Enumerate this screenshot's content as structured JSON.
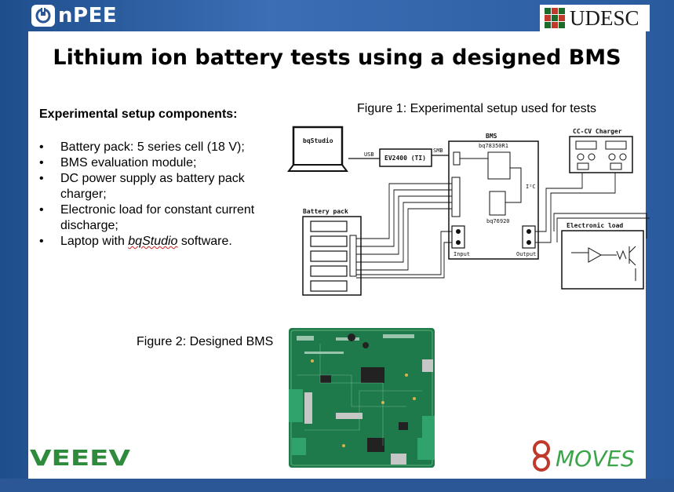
{
  "header": {
    "left_logo_text": "nPEE",
    "right_logo_text": "UDESC"
  },
  "title": "Lithium ion battery tests using a designed BMS",
  "components": {
    "heading": "Experimental setup components:",
    "items": [
      "Battery pack: 5 series cell (18 V);",
      "BMS evaluation module;",
      "DC power supply as battery pack charger;",
      "Electronic load for constant current discharge;"
    ],
    "last_item_prefix": "Laptop with ",
    "last_item_emphasis": "bqStudio",
    "last_item_suffix": " software."
  },
  "figure1": {
    "caption": "Figure 1: Experimental setup used for tests",
    "labels": {
      "laptop": "bqStudio",
      "usb": "USB",
      "ev2400": "EV2400 (TI)",
      "smb": "SMB",
      "bms": "BMS",
      "chip1": "bq78350R1",
      "chip2": "bq76920",
      "i2c": "I²C",
      "input": "Input",
      "output": "Output",
      "battery_pack": "Battery pack",
      "charger": "CC-CV Charger",
      "electronic_load": "Electronic load"
    }
  },
  "figure2": {
    "caption": "Figure 2: Designed BMS"
  },
  "footer": {
    "left_logo_text": "VEEEV",
    "right_logo_text": "MOVES"
  },
  "colors": {
    "frame_blue": "#2b5797",
    "pcb_green": "#1e7a4a",
    "moves_green": "#3aa54a",
    "vee_green": "#2e8b3c"
  }
}
